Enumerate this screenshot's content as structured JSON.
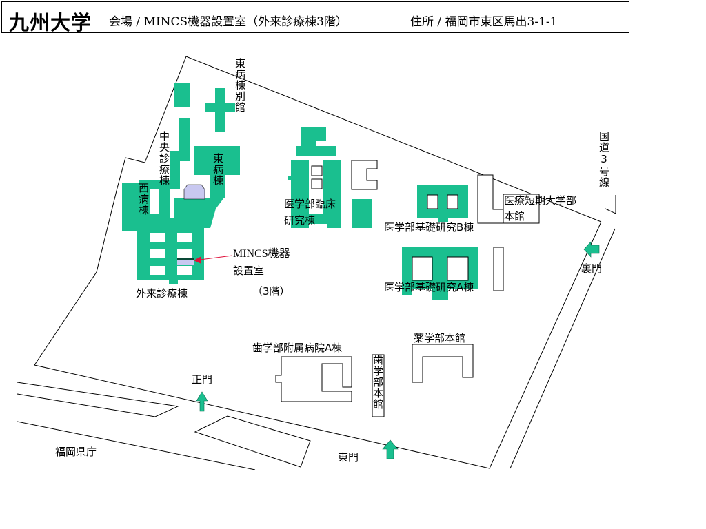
{
  "header": {
    "title": "九州大学",
    "venue": "会場 / MINCS機器設置室（外来診療棟3階）",
    "address": "住所 / 福岡市東区馬出3-1-1"
  },
  "colors": {
    "building": "#1abf8f",
    "highlight": "#c8c8f0",
    "pointer": "#e0103a"
  },
  "labels": {
    "east_ward_annex": "東病棟別館",
    "central_clinic": "中央診療棟",
    "east_ward": "東病棟",
    "west_ward": "西病棟",
    "clinical_research_1": "医学部臨床",
    "clinical_research_2": "研究棟",
    "mincs_1": "MINCS機器",
    "mincs_2": "設置室",
    "floor": "（3階）",
    "outpatient": "外来診療棟",
    "junior_college_1": "医療短期大学部",
    "junior_college_2": "本館",
    "basic_research_b": "医学部基礎研究B棟",
    "basic_research_a": "医学部基礎研究A棟",
    "route3": "国道3号線",
    "back_gate": "裏門",
    "pharmacy": "薬学部本館",
    "dental_hospital": "歯学部附属病院A棟",
    "dental_main": "歯学部本館",
    "main_gate": "正門",
    "prefecture_office": "福岡県庁",
    "east_gate": "東門"
  }
}
